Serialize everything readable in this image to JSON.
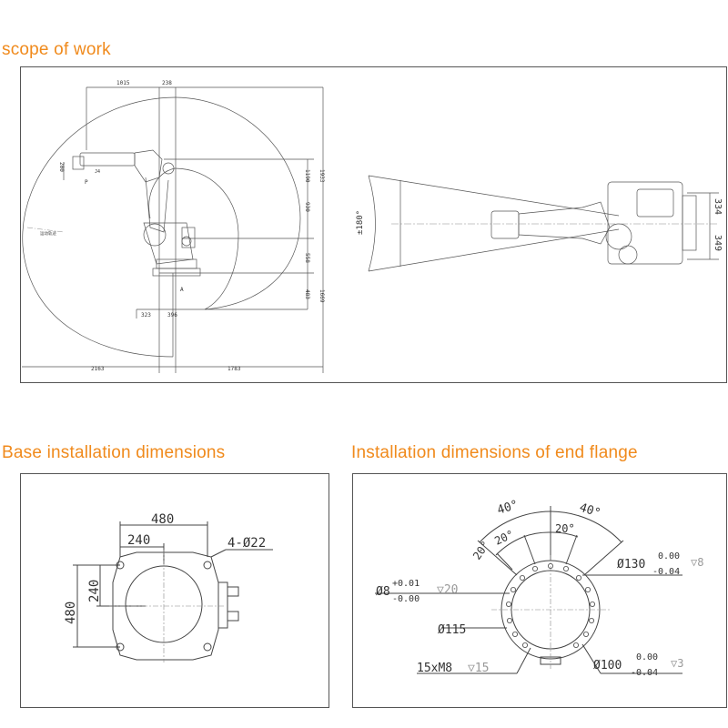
{
  "headings": {
    "scope": "scope of work",
    "base": "Base installation dimensions",
    "flange": "Installation dimensions of end flange"
  },
  "scope": {
    "dims": {
      "top_left": "1015",
      "top_right": "238",
      "side_a": "1190",
      "side_b": "1933",
      "side_c": "930",
      "side_d": "558",
      "side_e": "483",
      "side_f": "1669",
      "small_left": "200",
      "bottom_a": "323",
      "bottom_b": "396",
      "bottom_left": "2163",
      "bottom_right": "1783",
      "angle": "±180°",
      "top_view_upper": "334",
      "top_view_lower": "349"
    },
    "small_labels": {
      "p_mark": "P",
      "a_mark": "A",
      "j4_mark": "J4",
      "callout": "运动轨迹"
    }
  },
  "base": {
    "width": "480",
    "half_width": "240",
    "height": "480",
    "half_height": "240",
    "holes": "4-Ø22"
  },
  "flange": {
    "angle_outer_left": "40°",
    "angle_outer_right": "40°",
    "angle_inner_left": "20°",
    "angle_inner_left2": "20°",
    "angle_inner_right": "20°",
    "d130": "Ø130",
    "d130_tol_up": "0.00",
    "d130_tol_down": "-0.04",
    "d130_depth": "▽8",
    "d8": "Ø8",
    "d8_tol_up": "+0.01",
    "d8_tol_down": "-0.00",
    "d8_depth": "▽20",
    "d115": "Ø115",
    "m8": "15xM8",
    "m8_depth": "▽15",
    "d100": "Ø100",
    "d100_tol_up": "0.00",
    "d100_tol_down": "-0.04",
    "d100_depth": "▽3"
  },
  "colors": {
    "heading": "#f08a1c",
    "line": "#555555",
    "centerline": "#888888"
  }
}
